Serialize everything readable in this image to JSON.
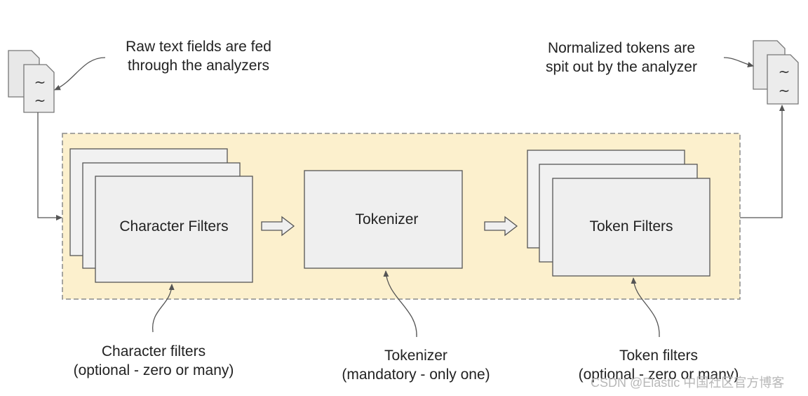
{
  "input_note": {
    "line1": "Raw text fields are fed",
    "line2": "through the analyzers"
  },
  "output_note": {
    "line1": "Normalized tokens are",
    "line2": "spit out by the analyzer"
  },
  "stages": {
    "character_filters": {
      "box_label": "Character Filters",
      "caption_line1": "Character filters",
      "caption_line2": "(optional - zero or many)"
    },
    "tokenizer": {
      "box_label": "Tokenizer",
      "caption_line1": "Tokenizer",
      "caption_line2": "(mandatory - only one)"
    },
    "token_filters": {
      "box_label": "Token Filters",
      "caption_line1": "Token filters",
      "caption_line2": "(optional - zero or many)"
    }
  },
  "document_glyph": "~",
  "watermark": "CSDN @Elastic 中国社区官方博客",
  "colors": {
    "analyzer_background": "#fcf0cd",
    "analyzer_border": "#8a8a8a",
    "box_fill": "#efefef",
    "box_border": "#555555",
    "arrow": "#555555"
  }
}
